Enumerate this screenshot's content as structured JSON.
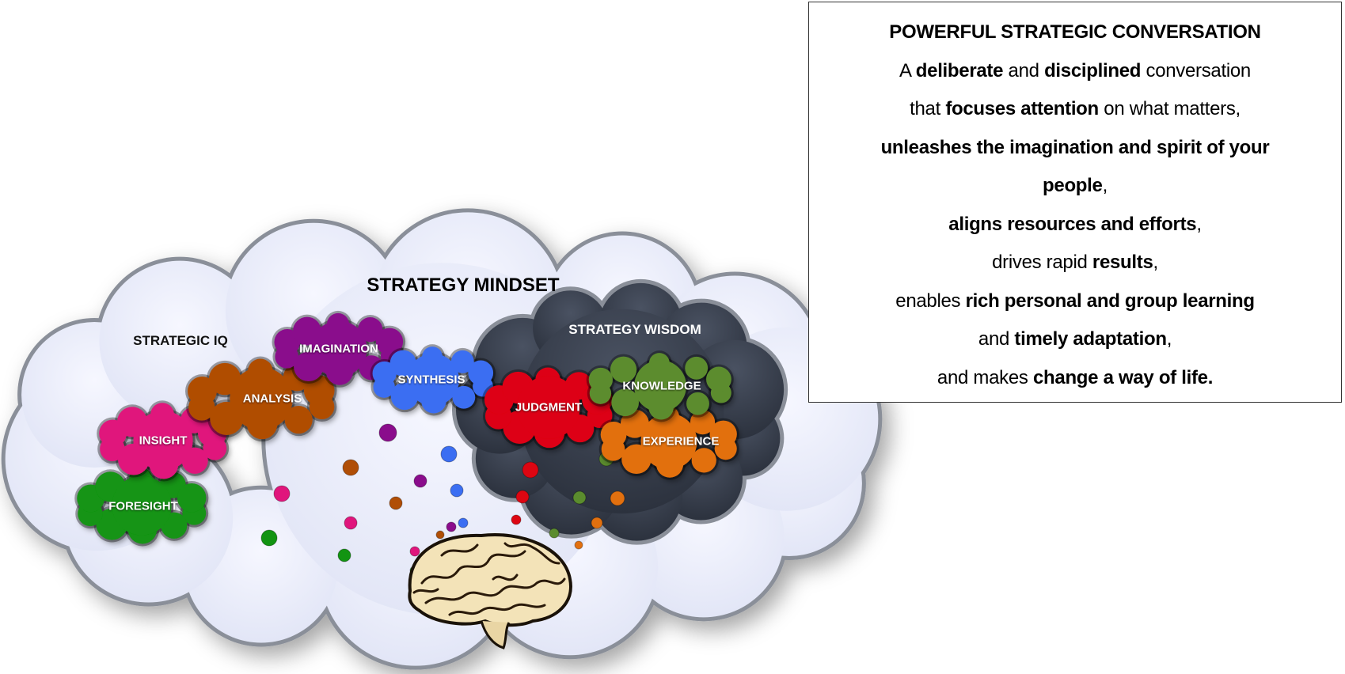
{
  "mindset": {
    "title": "STRATEGY MINDSET",
    "strategic_iq_label": "STRATEGIC IQ",
    "strategy_wisdom_label": "STRATEGY WISDOM"
  },
  "clouds": [
    {
      "label": "IMAGINATION",
      "color": "#8a0c8c"
    },
    {
      "label": "ANALYSIS",
      "color": "#b04e06"
    },
    {
      "label": "INSIGHT",
      "color": "#e0157c"
    },
    {
      "label": "FORESIGHT",
      "color": "#129412"
    },
    {
      "label": "SYNTHESIS",
      "color": "#3b6ef2"
    },
    {
      "label": "JUDGMENT",
      "color": "#dd0612"
    },
    {
      "label": "KNOWLEDGE",
      "color": "#5b8c2e"
    },
    {
      "label": "EXPERIENCE",
      "color": "#e2700f"
    }
  ],
  "colors": {
    "big_cloud": "#eef0fb",
    "wisdom_cloud": "#3a4150",
    "cloud_outline": "#8a8f99"
  },
  "textbox": {
    "title": "POWERFUL STRATEGIC CONVERSATION",
    "lines": [
      [
        {
          "t": "A ",
          "b": false
        },
        {
          "t": "deliberate",
          "b": true
        },
        {
          "t": " and ",
          "b": false
        },
        {
          "t": "disciplined",
          "b": true
        },
        {
          "t": " conversation",
          "b": false
        }
      ],
      [
        {
          "t": "that ",
          "b": false
        },
        {
          "t": "focuses attention",
          "b": true
        },
        {
          "t": " on what matters,",
          "b": false
        }
      ],
      [
        {
          "t": "unleashes the imagination and spirit of your",
          "b": true
        }
      ],
      [
        {
          "t": "people",
          "b": true
        },
        {
          "t": ",",
          "b": false
        }
      ],
      [
        {
          "t": "aligns resources and efforts",
          "b": true
        },
        {
          "t": ",",
          "b": false
        }
      ],
      [
        {
          "t": "drives rapid ",
          "b": false
        },
        {
          "t": "results",
          "b": true
        },
        {
          "t": ",",
          "b": false
        }
      ],
      [
        {
          "t": "enables ",
          "b": false
        },
        {
          "t": "rich personal and group learning",
          "b": true
        }
      ],
      [
        {
          "t": "and ",
          "b": false
        },
        {
          "t": "timely adaptation",
          "b": true
        },
        {
          "t": ",",
          "b": false
        }
      ],
      [
        {
          "t": "and makes ",
          "b": false
        },
        {
          "t": "change a way of life.",
          "b": true
        }
      ]
    ]
  }
}
